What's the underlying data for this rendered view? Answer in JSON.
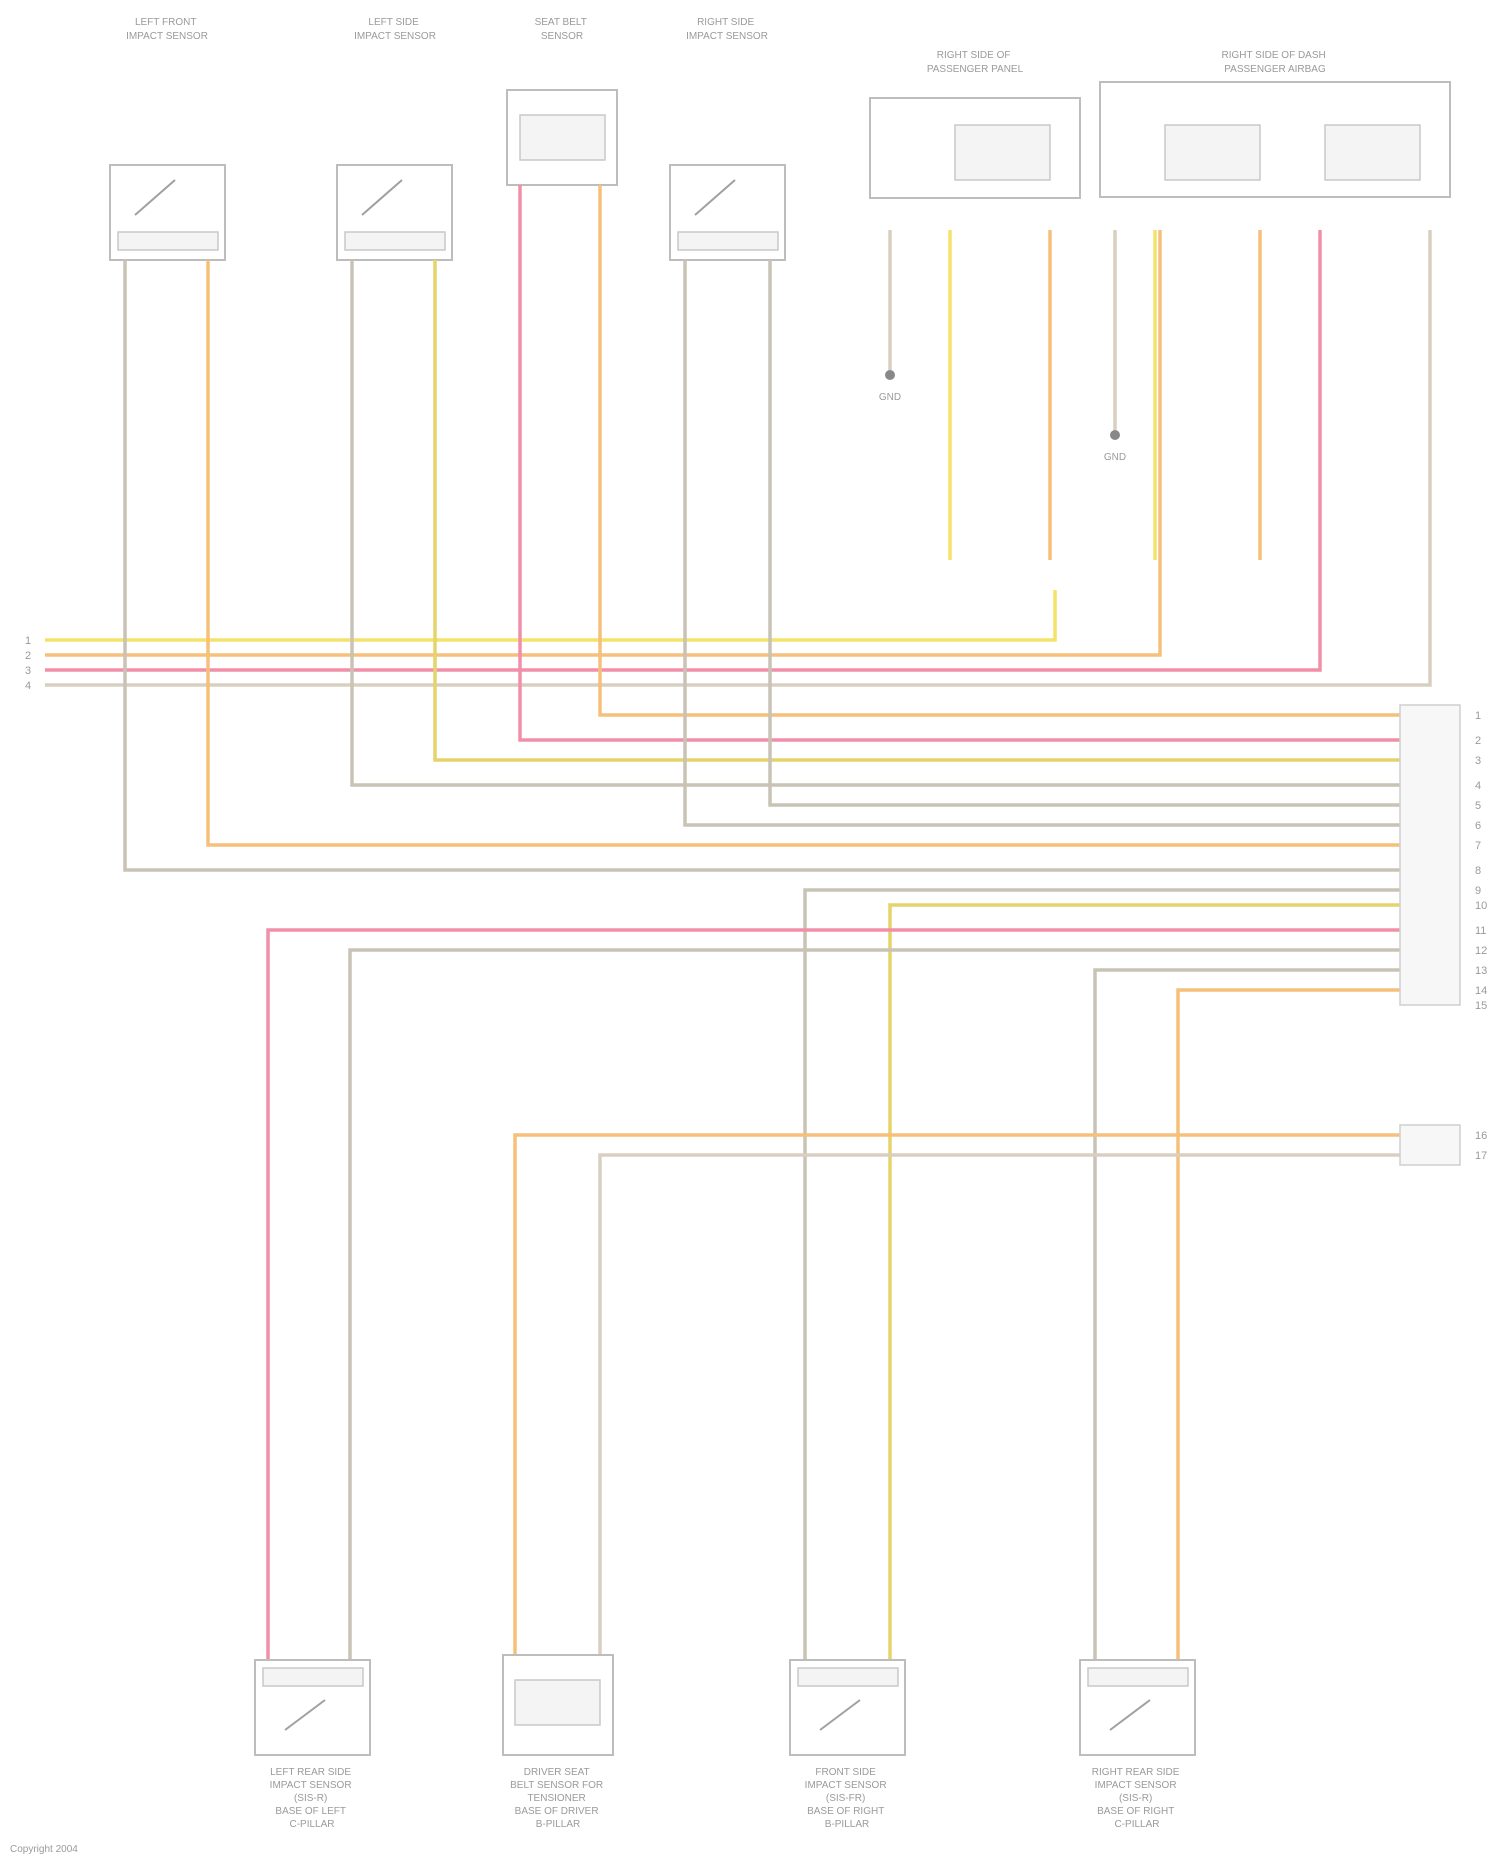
{
  "components": {
    "top": [
      {
        "id": "lf_impact",
        "lines": [
          "LEFT FRONT",
          "IMPACT SENSOR"
        ]
      },
      {
        "id": "lf_side",
        "lines": [
          "LEFT SIDE",
          "IMPACT SENSOR"
        ]
      },
      {
        "id": "seat_belt",
        "lines": [
          "SEAT BELT",
          "SENSOR"
        ]
      },
      {
        "id": "rf_side",
        "lines": [
          "RIGHT SIDE",
          "IMPACT SENSOR"
        ]
      },
      {
        "id": "pass_panel",
        "lines": [
          "RIGHT SIDE OF",
          "PASSENGER PANEL"
        ]
      },
      {
        "id": "pass_airbag",
        "lines": [
          "RIGHT SIDE OF DASH",
          "PASSENGER AIRBAG"
        ]
      }
    ],
    "bottom": [
      {
        "id": "lr_impact",
        "lines": [
          "LEFT REAR SIDE",
          "IMPACT SENSOR",
          "(SIS-R)",
          "BASE OF LEFT",
          "C-PILLAR"
        ]
      },
      {
        "id": "driver_seat",
        "lines": [
          "DRIVER SEAT",
          "BELT SENSOR FOR",
          "TENSIONER",
          "BASE OF DRIVER",
          "B-PILLAR"
        ]
      },
      {
        "id": "front_side",
        "lines": [
          "FRONT SIDE",
          "IMPACT SENSOR",
          "(SIS-FR)",
          "BASE OF RIGHT",
          "B-PILLAR"
        ]
      },
      {
        "id": "rr_impact",
        "lines": [
          "RIGHT REAR SIDE",
          "IMPACT SENSOR",
          "(SIS-R)",
          "BASE OF RIGHT",
          "C-PILLAR"
        ]
      }
    ]
  },
  "left_legend": [
    "1",
    "2",
    "3",
    "4"
  ],
  "right_numbers": [
    "1",
    "2",
    "3",
    "4",
    "5",
    "6",
    "7",
    "8",
    "9",
    "10",
    "11",
    "12",
    "13",
    "14",
    "15"
  ],
  "right_numbers_lower": [
    "16",
    "17"
  ],
  "ground_labels": [
    "GND",
    "GND"
  ],
  "footer": "Copyright 2004"
}
